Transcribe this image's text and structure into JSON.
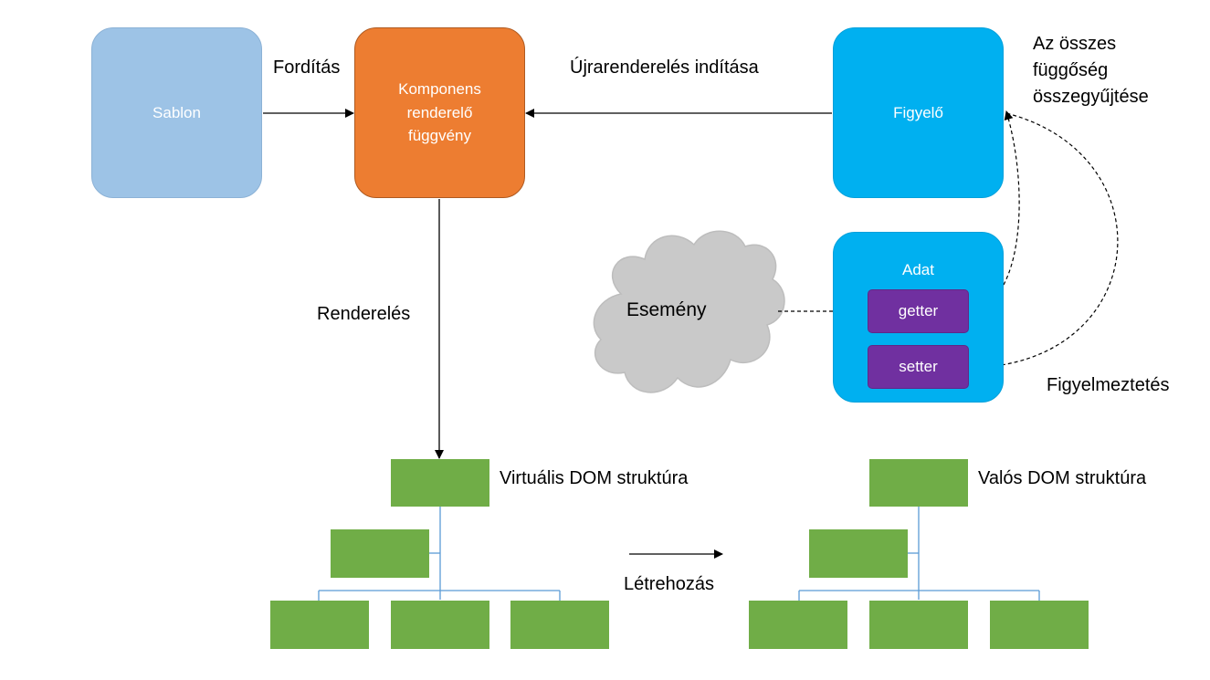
{
  "diagram": {
    "nodes": {
      "sablon": "Sablon",
      "komponens_lines": [
        "Komponens",
        "renderelő",
        "függvény"
      ],
      "figyelo": "Figyelő",
      "adat": "Adat",
      "getter": "getter",
      "setter": "setter",
      "esemeny": "Esemény"
    },
    "edges": {
      "forditas": "Fordítás",
      "ujrarenderelés": "Újrarenderelés indítása",
      "renderelés": "Renderelés",
      "osszegyujtes_lines": [
        "Az összes",
        "függőség",
        "összegyűjtése"
      ],
      "figyelmeztetes": "Figyelmeztetés",
      "letrehozas": "Létrehozás"
    },
    "trees": {
      "virtual": "Virtuális DOM struktúra",
      "real": "Valós DOM struktúra"
    },
    "colors": {
      "sablon": "#9dc3e6",
      "komponens": "#ed7d31",
      "figyelo": "#00b0f0",
      "adat": "#00b0f0",
      "getter_setter": "#7030a0",
      "cloud": "#c9c9c9",
      "tree_box": "#70ad47",
      "tree_line": "#5b9bd5"
    }
  }
}
